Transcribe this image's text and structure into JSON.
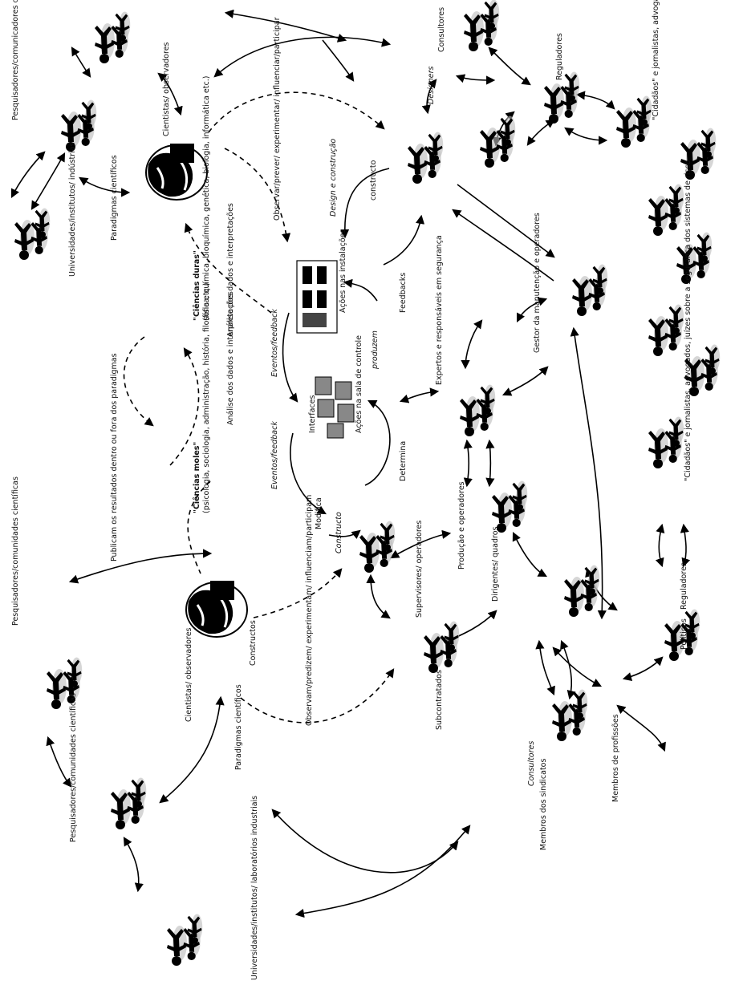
{
  "labels": {
    "pesq_comun_top": "Pesquisadores/comunicadores científicos",
    "cientistas_obs_top": "Cientistas/ observadores",
    "univ_inst_ind": "Universidades/institutos/ indústrias",
    "paradigmas_top": "Paradigmas científicos",
    "observar_prever": "Observar/prever/ experimentar/ influenciar/participar",
    "design_construcao": "Design e construção",
    "constructo_top": "constructo",
    "designers": "Designers",
    "consultores_top": "Consultores",
    "reguladores_top": "Reguladores",
    "cidadaos_top": "\"Cidadãos\" e jornalistas, advogados, juízes sobre a segurança dos desenvolvimentos tecnológicos",
    "ciencias_duras_title": "\"Ciências duras\"",
    "ciencias_duras_list": "(física, química, bioquímica, genética, biologia, informática etc.)",
    "analise_1": "Análise dos dados e interpretações",
    "eventos_feedback_1": "Eventos/feedback",
    "acoes_instalacoes": "Ações nas instalações",
    "feedbacks": "Feedbacks",
    "produzem": "produzem",
    "expertos": "Expertos e responsáveis em segurança",
    "gestor": "Gestor da manutenção e operadores",
    "interfaces": "Interfaces",
    "acoes_sala": "Ações na sala de controle",
    "analise_2": "Análise dos dados e interpretações",
    "eventos_feedback_2": "Eventos/feedback",
    "determina": "Determina",
    "cidadaos_mid": "\"Cidadãos\" e jornalistas, advogados, juízes sobre a segurança dos sistemas de risco",
    "ciencias_moles_title": "\"Ciências moles\"",
    "ciencias_moles_list": "(psicologia, sociologia, administração, história, filosofia etc.)",
    "modifica": "Modifica",
    "constructo_mid": "Constructo",
    "publicam": "Publicam os resultados dentro ou fora dos paradigmas",
    "producao_operadores": "Produção e operadores",
    "supervisores": "Supervisores/ operadores",
    "dirigentes": "Dirigentes/ quadros",
    "pesq_comun_mid": "Pesquisadores/comunidades científicas",
    "constructos": "Constructos",
    "observam_predizem": "Observam/predizem/ experimentam/ influenciam/participam",
    "subcontratados": "Subcontratados",
    "reguladores_mid": "Reguladores",
    "politicos": "Políticos",
    "cientistas_obs_bot": "Cientistas/ observadores",
    "consultores_bot": "Consultores",
    "paradigmas_bot": "Paradigmas científicos",
    "membros_profissoes": "Membros de profissões",
    "membros_sindicatos": "Membros dos sindicatos",
    "pesq_comun_bot": "Pesquisadores/comunidades científicas",
    "univ_inst_lab": "Universidades/institutos/ laboratórios industriais"
  },
  "colors": {
    "ink": "#000000",
    "shadow": "#9a9a9a",
    "background": "#ffffff"
  }
}
